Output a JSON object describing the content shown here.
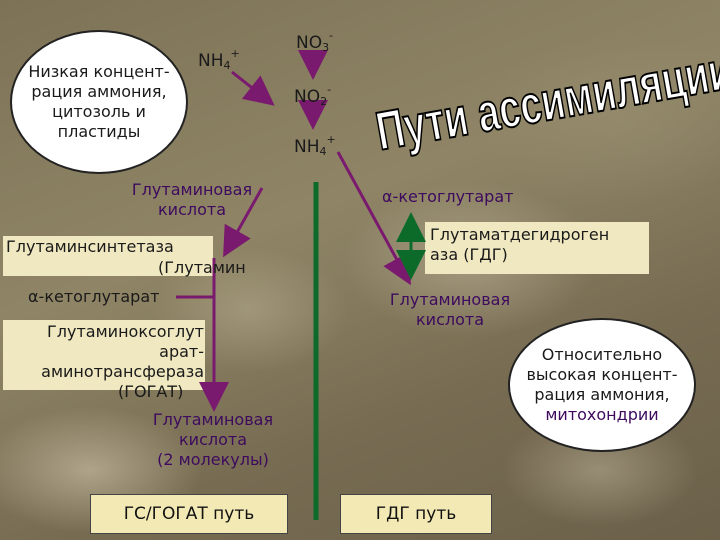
{
  "low_oval": {
    "lines": [
      "Низкая концент-",
      "рация аммония,",
      "цитозоль и",
      "пластиды"
    ]
  },
  "high_oval": {
    "lines": [
      "Относительно",
      "высокая концент-",
      "рация аммония,",
      "митохондрии"
    ]
  },
  "nitrogen": {
    "nh4_left": "NH",
    "nh4_left_sub": "4",
    "nh4_left_sup": "+",
    "no3": "NO",
    "no3_sub": "3",
    "no3_sup": "-",
    "no2": "NO",
    "no2_sub": "2",
    "no2_sup": "-",
    "nh4_mid": "NH",
    "nh4_mid_sub": "4",
    "nh4_mid_sup": "+"
  },
  "title": "Пути ассимиляции",
  "left_path": {
    "glu_acid": [
      "Глутаминовая",
      "кислота"
    ],
    "gs_enzyme": "Глутаминсинтетаза",
    "glutamine": "(Глутамин",
    "akg": "α-кетоглутарат",
    "gogat_enzyme": [
      "Глутаминоксоглут",
      "арат-",
      "аминотрансфераза",
      "(ГОГАТ)"
    ],
    "product": [
      "Глутаминовая",
      "кислота",
      "(2 молекулы)"
    ]
  },
  "right_path": {
    "akg": "α-кетоглутарат",
    "gdh_enzyme": [
      "Глутаматдегидроген",
      "аза (ГДГ)"
    ],
    "product": [
      "Глутаминовая",
      "кислота"
    ]
  },
  "footer": {
    "gs_gogat": "ГС/ГОГАТ путь",
    "gdh": "ГДГ путь"
  },
  "colors": {
    "arrow": "#7a1a6e",
    "divider": "#0d6b2a",
    "label_fill": "#f3e9b4",
    "title_fill": "#ffffff"
  }
}
